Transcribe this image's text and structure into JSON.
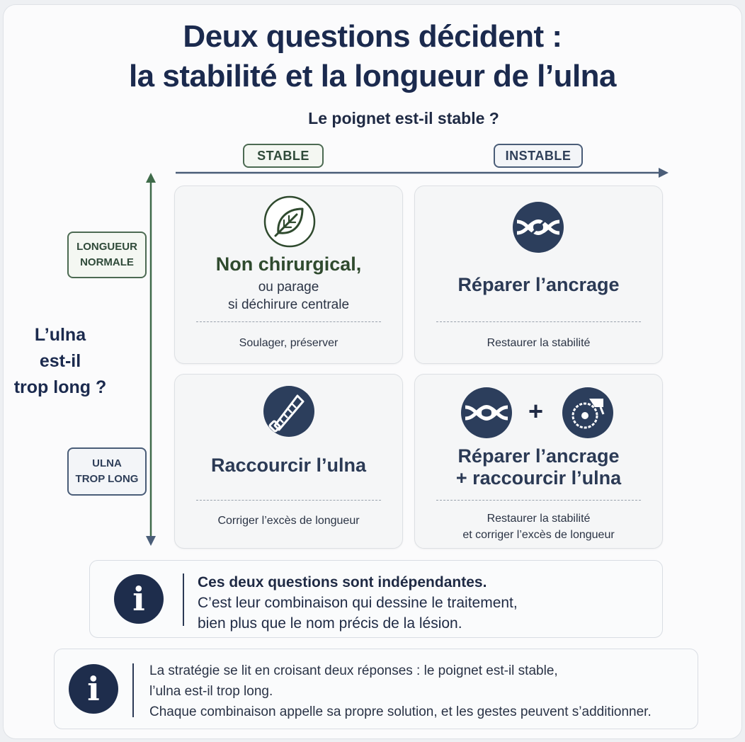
{
  "title": {
    "line1": "Deux questions décident :",
    "line2": "la stabilité et la longueur de l’ulna"
  },
  "horizontal_question": "Le poignet est-il stable ?",
  "columns": {
    "stable": "STABLE",
    "instable": "INSTABLE"
  },
  "vertical_question": {
    "line1": "L’ulna",
    "line2": "est-il",
    "line3": "trop long ?"
  },
  "rows": {
    "normal": {
      "line1": "LONGUEUR",
      "line2": "NORMALE"
    },
    "long": {
      "line1": "ULNA",
      "line2": "TROP LONG"
    }
  },
  "quadrants": {
    "stable_normal": {
      "icon": "leaf-icon",
      "title": "Non chirurgical,",
      "sub1": "ou parage",
      "sub2": "si déchirure centrale",
      "note": "Soulager, préserver"
    },
    "instable_normal": {
      "icon": "knot-icon",
      "title": "Réparer l’ancrage",
      "note": "Restaurer la stabilité"
    },
    "stable_long": {
      "icon": "saw-icon",
      "title": "Raccourcir l’ulna",
      "note": "Corriger l’excès de longueur"
    },
    "instable_long": {
      "icons": [
        "knot-icon",
        "circular-saw-icon"
      ],
      "plus": "+",
      "title1": "Réparer l’ancrage",
      "title2": "+ raccourcir l’ulna",
      "note1": "Restaurer la stabilité",
      "note2": "et corriger l’excès de longueur"
    }
  },
  "info1": {
    "icon": "info-icon",
    "bold": "Ces deux questions sont indépendantes.",
    "line2": "C’est leur combinaison qui dessine le traitement,",
    "line3": "bien plus que le nom précis de la lésion."
  },
  "info2": {
    "icon": "info-icon",
    "line1": "La stratégie se lit en croisant deux réponses : le poignet est-il stable,",
    "line2": "l’ulna est-il trop long.",
    "line3": "Chaque combinaison appelle sa propre solution, et les gestes peuvent s’additionner."
  },
  "colors": {
    "navy": "#1e2d4c",
    "green": "#2f4a2e",
    "slate_arrow": "#4a5d78",
    "green_arrow": "#3f6b4a"
  }
}
